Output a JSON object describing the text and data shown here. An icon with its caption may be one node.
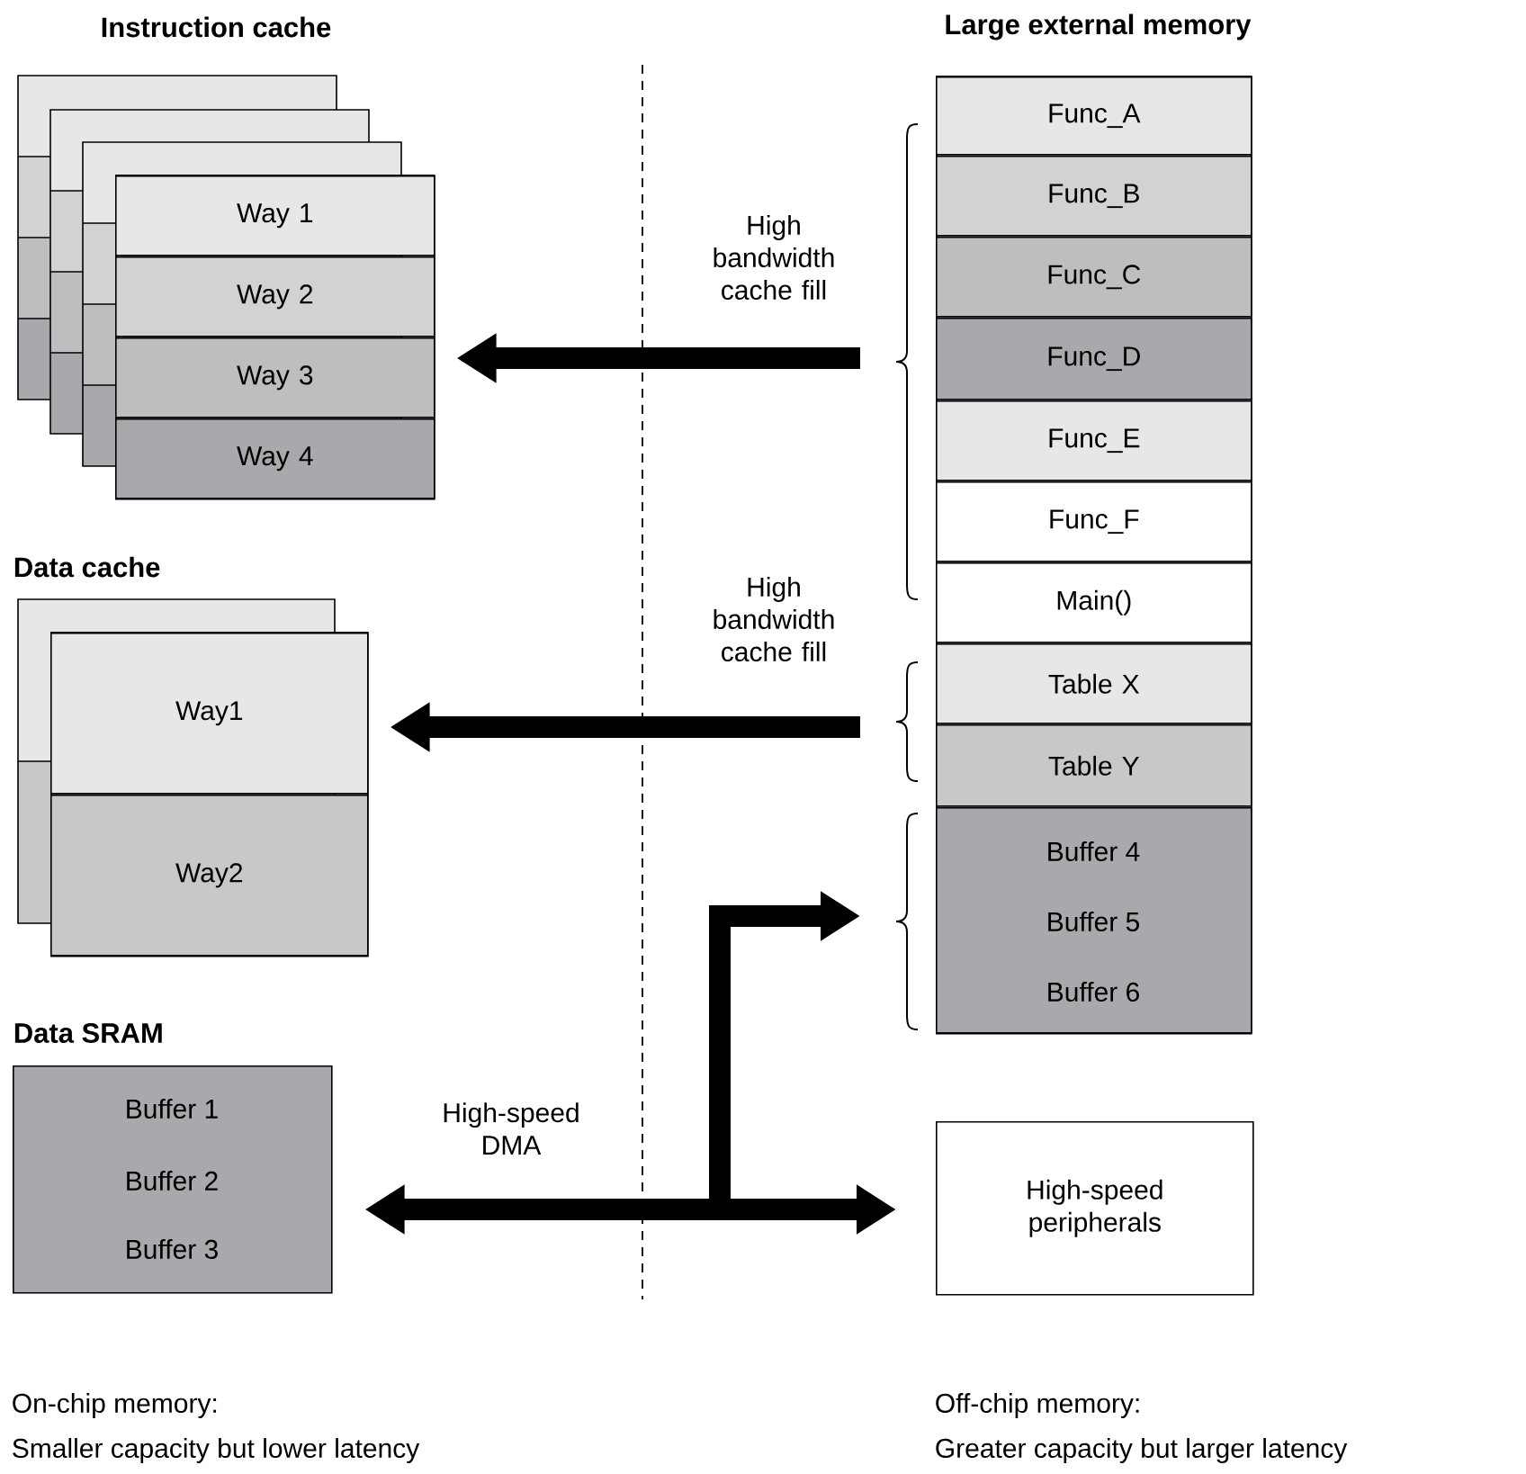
{
  "diagram": {
    "nodes": [
      {
        "text": [
          "Instruction cache"
        ]
      },
      {
        "text": [
          "Way 1"
        ],
        "in": 0
      },
      {
        "text": [
          "Way 2"
        ],
        "in": 0
      },
      {
        "text": [
          "Way 3"
        ],
        "in": 0
      },
      {
        "text": [
          "Way 4"
        ],
        "in": 0
      },
      {
        "text": [
          "Data cache"
        ]
      },
      {
        "text": [
          "Way1"
        ],
        "in": 5
      },
      {
        "text": [
          "Way2"
        ],
        "in": 5
      },
      {
        "text": [
          "Data SRAM",
          "Buffer 1",
          "Buffer 2",
          "Buffer 3"
        ]
      },
      {
        "text": [
          "Large external memory"
        ]
      },
      {
        "text": [
          "Func_A"
        ],
        "in": 9
      },
      {
        "text": [
          "Func_B"
        ],
        "in": 9
      },
      {
        "text": [
          "Func_C"
        ],
        "in": 9
      },
      {
        "text": [
          "Func_D"
        ],
        "in": 9
      },
      {
        "text": [
          "Func_E"
        ],
        "in": 9
      },
      {
        "text": [
          "Func_F"
        ],
        "in": 9
      },
      {
        "text": [
          "Main()"
        ],
        "in": 9
      },
      {
        "text": [
          "Table X"
        ],
        "in": 9
      },
      {
        "text": [
          "Table Y"
        ],
        "in": 9
      },
      {
        "text": [
          "Buffer 4",
          "Buffer 5",
          "Buffer 6"
        ],
        "in": 9
      },
      {
        "text": [
          "High-speed peripherals"
        ]
      }
    ],
    "edges": [
      {
        "from": 9,
        "to": 0,
        "arrow": "to",
        "label": "High bandwidth cache fill"
      },
      {
        "from": 9,
        "to": 5,
        "arrow": "to",
        "label": "High bandwidth cache fill"
      },
      {
        "from": 8,
        "to": 19,
        "arrow": "both",
        "label": "High-speed DMA"
      },
      {
        "from": 8,
        "to": 20,
        "arrow": "both"
      }
    ],
    "labels": [
      "On-chip memory:",
      "Smaller capacity but lower latency",
      "Off-chip memory:",
      "Greater capacity but larger latency"
    ]
  }
}
